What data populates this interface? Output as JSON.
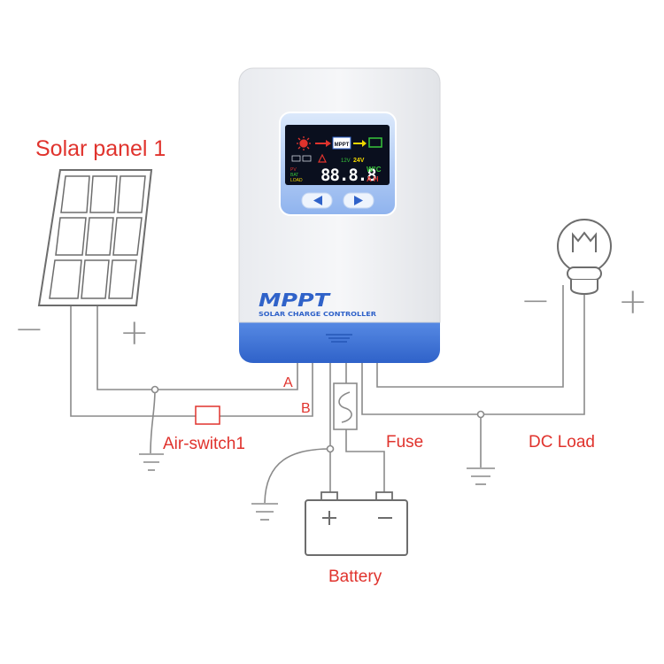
{
  "labels": {
    "solar_panel": "Solar panel 1",
    "air_switch": "Air-switch1",
    "fuse": "Fuse",
    "dc_load": "DC Load",
    "battery": "Battery",
    "terminal_a": "A",
    "terminal_b": "B"
  },
  "symbols": {
    "minus": "−",
    "plus": "+"
  },
  "controller": {
    "brand": "MPPT",
    "subtitle": "SOLAR CHARGE CONTROLLER",
    "display": {
      "mppt_tag": "MPPT",
      "digits": "88.8.8",
      "v_12": "12V",
      "v_24": "24V",
      "unit_wc": "W°C",
      "unit_ah": "A H",
      "pv": "PV",
      "bat": "BAT",
      "load": "LOAD"
    }
  },
  "colors": {
    "label_red": "#e0332d",
    "wire_gray": "#8a8a8a",
    "controller_blue": "#2f62c9",
    "display_bg": "#0a0f1e"
  }
}
